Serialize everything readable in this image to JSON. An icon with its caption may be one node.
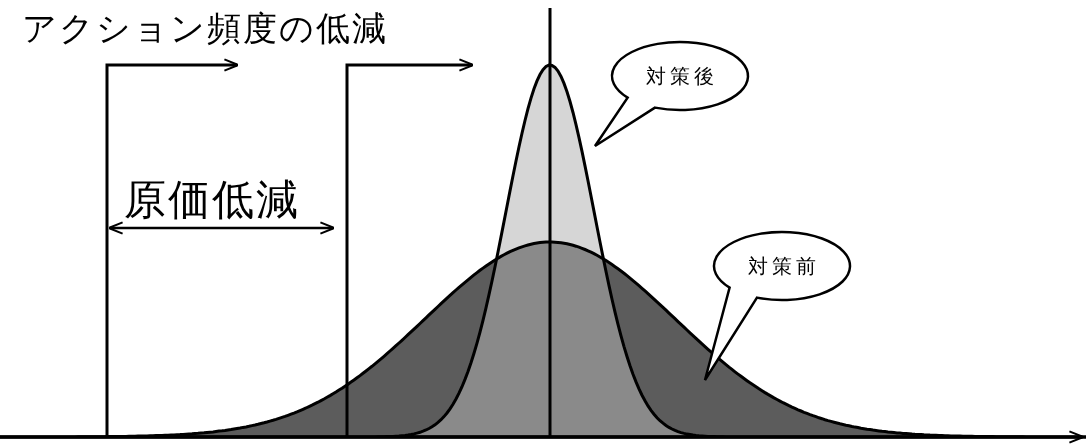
{
  "diagram": {
    "nodes": [
      {
        "text": [
          "対策後"
        ]
      },
      {
        "text": [
          "対策前"
        ]
      }
    ],
    "labels": [
      "アクション頻度の低減",
      "原価低減"
    ]
  }
}
